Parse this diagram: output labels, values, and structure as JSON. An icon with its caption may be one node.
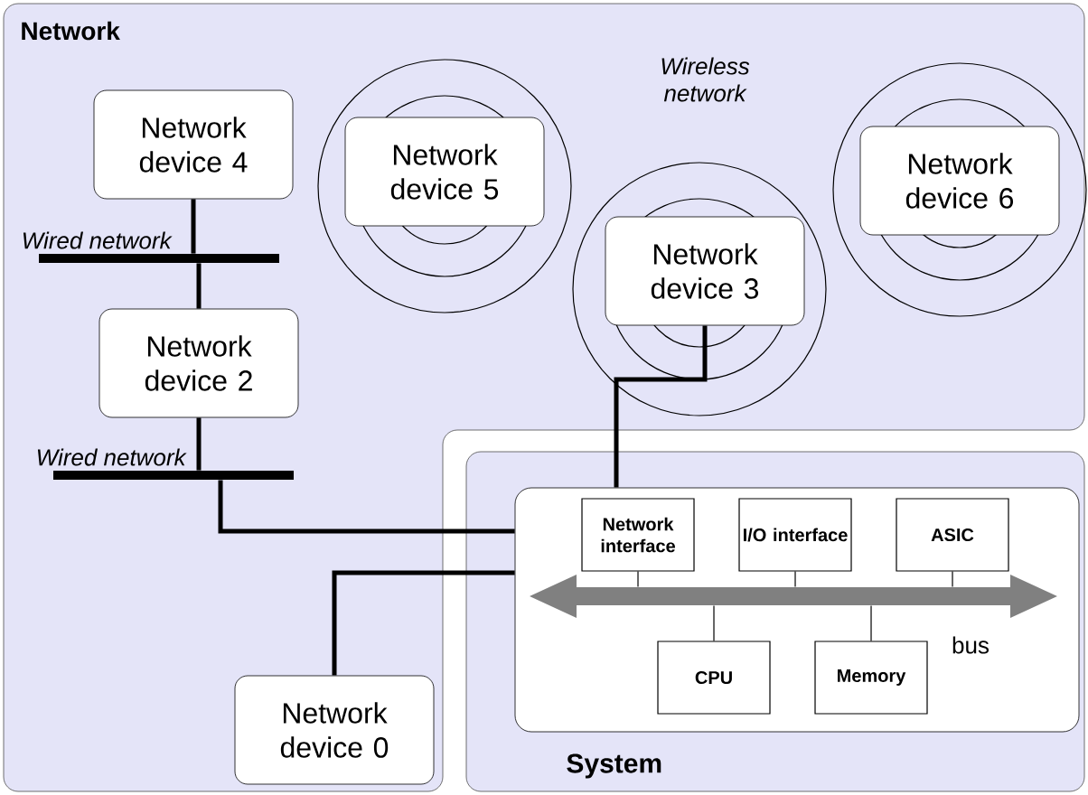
{
  "diagram": {
    "nodes": [
      {
        "text": [
          "Network"
        ]
      },
      {
        "text": [
          "Network device 4"
        ],
        "in": 0
      },
      {
        "text": [
          "Wired network"
        ],
        "in": 0
      },
      {
        "text": [
          "Network device 5"
        ],
        "in": 0
      },
      {
        "text": [
          "Network device 3"
        ],
        "in": 0
      },
      {
        "text": [
          "Network device 6"
        ],
        "in": 0
      },
      {
        "text": [
          "Network device 2"
        ],
        "in": 0
      },
      {
        "text": [
          "Wired network"
        ],
        "in": 0
      },
      {
        "text": [
          "Network device 0"
        ],
        "in": 0
      },
      {
        "text": [
          "System"
        ]
      },
      {
        "text": [],
        "shape": "box",
        "in": 9
      },
      {
        "text": [
          "Network interface"
        ],
        "in": 10
      },
      {
        "text": [
          "I/O interface"
        ],
        "in": 10
      },
      {
        "text": [
          "ASIC"
        ],
        "in": 10
      },
      {
        "text": [],
        "shape": "bar",
        "beside": [
          "bus"
        ],
        "in": 10
      },
      {
        "text": [
          "CPU"
        ],
        "in": 10
      },
      {
        "text": [
          "Memory"
        ],
        "in": 10
      }
    ],
    "edges": [
      {
        "from": 1,
        "to": 2,
        "arrow": "none"
      },
      {
        "from": 2,
        "to": 6,
        "arrow": "none"
      },
      {
        "from": 6,
        "to": 7,
        "arrow": "none"
      },
      {
        "from": 7,
        "to": 10,
        "arrow": "none"
      },
      {
        "from": 8,
        "to": 10,
        "arrow": "none"
      },
      {
        "from": 4,
        "to": 10,
        "arrow": "none"
      },
      {
        "from": 11,
        "to": 14,
        "arrow": "none"
      },
      {
        "from": 12,
        "to": 14,
        "arrow": "none"
      },
      {
        "from": 13,
        "to": 14,
        "arrow": "none"
      },
      {
        "from": 15,
        "to": 14,
        "arrow": "none"
      },
      {
        "from": 16,
        "to": 14,
        "arrow": "none"
      }
    ],
    "labels": [
      "Wireless network"
    ]
  }
}
